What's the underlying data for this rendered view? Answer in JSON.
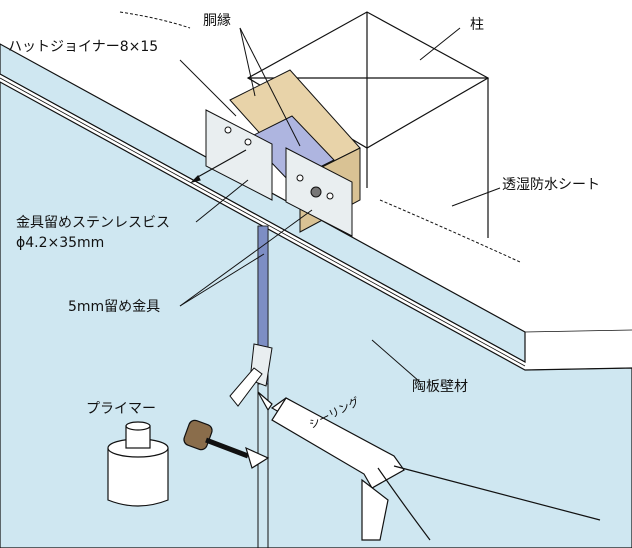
{
  "labels": {
    "hat_joiner": "ハットジョイナー8×15",
    "furring_strip": "胴縁",
    "column": "柱",
    "moisture_sheet": "透湿防水シート",
    "screw_line1": "金具留めステンレスビス",
    "screw_line2": "ϕ4.2×35mm",
    "clip": "5mm留め金具",
    "panel": "陶板壁材",
    "primer": "プライマー",
    "caulk_can": "シーリング"
  },
  "colors": {
    "panel_fill": "#cfe7f1",
    "wood_fill": "#e8d3a9",
    "hat_fill": "#aeb5e0",
    "sealant_fill": "#7d8ec4",
    "line": "#111111"
  }
}
